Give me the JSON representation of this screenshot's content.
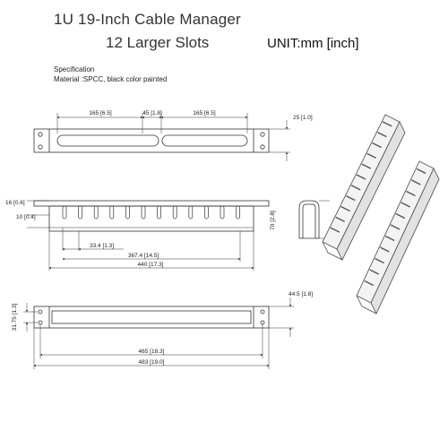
{
  "title": {
    "line1": "1U  19-Inch Cable Manager",
    "line2": "12 Larger Slots",
    "unit": "UNIT:mm [inch]"
  },
  "spec": {
    "heading": "Specification",
    "material": "Material :SPCC, black color painted"
  },
  "dimensions": {
    "top_slot_left": "165 [6.5]",
    "top_gap": "45 [1.8]",
    "top_slot_right": "165 [6.5]",
    "top_height": "25 [1.0]",
    "side_finger": "16 [0.6]",
    "side_base": "10 [0.4]",
    "front_pitch": "33.4 [1.3]",
    "front_inner": "367.4 [14.5]",
    "front_width": "440 [17.3]",
    "depth": "70 [2.8]",
    "bottom_hole": "31.75 [1.3]",
    "bottom_depth": "44.5 [1.8]",
    "bottom_hole_span": "465 [18.3]",
    "bottom_width": "483 [19.0]"
  }
}
